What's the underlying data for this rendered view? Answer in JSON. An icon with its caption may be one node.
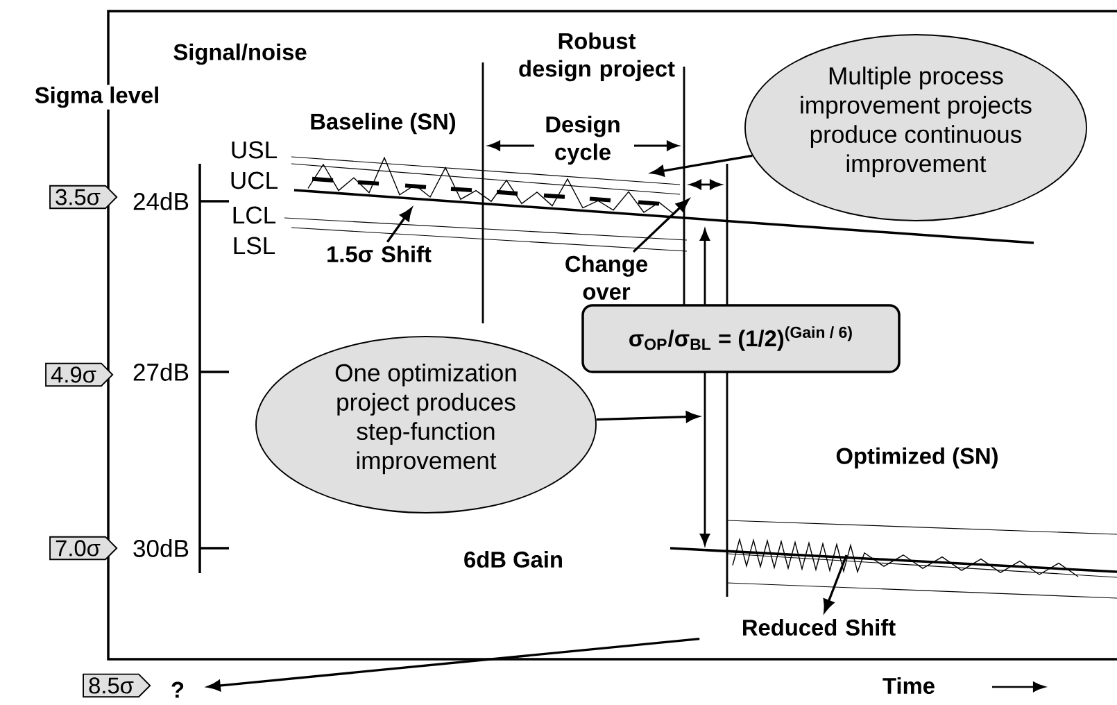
{
  "diagram": {
    "nodes": [
      {
        "text": [
          "Multiple process improvement projects produce continuous improvement"
        ]
      },
      {
        "text": [
          "One optimization project produces step-function improvement"
        ]
      },
      {
        "text": [
          "σ$_{OP}$/σ$_{BL}$ = (1/2)$^{(Gain / 6)}$"
        ]
      },
      {
        "text": [
          "1.5σ Shift"
        ]
      },
      {
        "text": [
          "Change over"
        ]
      },
      {
        "text": [
          "Reduced Shift"
        ]
      },
      {
        "text": [
          "?"
        ]
      },
      {
        "text": [
          "3.5σ"
        ]
      },
      {
        "text": [
          "4.9σ"
        ]
      },
      {
        "text": [
          "7.0σ"
        ]
      },
      {
        "text": [
          "8.5σ"
        ]
      }
    ],
    "edges": [
      {
        "from": 0,
        "to": null,
        "arrow": "to"
      },
      {
        "from": 1,
        "to": null,
        "arrow": "to"
      },
      {
        "from": 3,
        "to": null,
        "arrow": "to"
      },
      {
        "from": 4,
        "to": null,
        "arrow": "to"
      },
      {
        "from": null,
        "to": 5,
        "arrow": "to"
      },
      {
        "from": 5,
        "to": 6,
        "arrow": "to"
      }
    ],
    "labels": [
      "Signal/noise",
      "Robust design project",
      "Sigma level",
      "Baseline (SN)",
      "Design cycle",
      "USL",
      "UCL",
      "24dB",
      "LCL",
      "LSL",
      "27dB",
      "Optimized (SN)",
      "30dB",
      "6dB Gain",
      "Time"
    ]
  }
}
